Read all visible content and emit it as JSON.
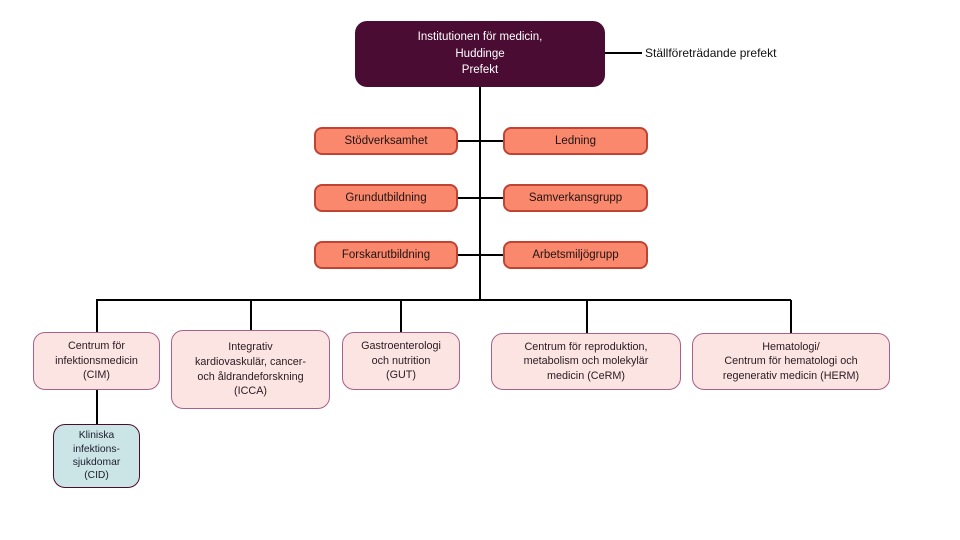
{
  "title": "Organisation chart - Institutionen för medicin, Huddinge",
  "colors": {
    "root_fill": "#4A0C33",
    "root_text": "#FFFFFF",
    "group_fill": "#F9886C",
    "group_border": "#C04334",
    "department_fill": "#FBE4E1",
    "department_border": "#A9618C",
    "sub_department_fill": "#CBE5E6",
    "sub_department_border": "#4A0C33",
    "connector_line": "#000000"
  },
  "root_box": {
    "line1": "Institutionen för medicin,",
    "line2": "Huddinge",
    "line3": "Prefekt"
  },
  "deputy_label": "Ställföreträdande prefekt",
  "left_column": [
    "Stödverksamhet",
    "Grundutbildning",
    "Forskarutbildning"
  ],
  "right_column": [
    "Ledning",
    "Samverkansgrupp",
    "Arbetsmiljögrupp"
  ],
  "departments": {
    "cim": {
      "line1": "Centrum för",
      "line2": "infektionsmedicin",
      "line3": "(CIM)"
    },
    "icca": {
      "line1": "Integrativ",
      "line2": "kardiovaskulär, cancer-",
      "line3": "och åldrandeforskning",
      "line4": "(ICCA)"
    },
    "gut": {
      "line1": "Gastroenterologi",
      "line2": "och nutrition",
      "line3": "(GUT)"
    },
    "cerm": {
      "line1": "Centrum för reproduktion,",
      "line2": "metabolism och molekylär",
      "line3": "medicin (CeRM)"
    },
    "herm": {
      "line1": "Hematologi/",
      "line2": "Centrum för hematologi och",
      "line3": "regenerativ medicin (HERM)"
    }
  },
  "sub_department": {
    "cid": {
      "line1": "Kliniska",
      "line2": "infektions-",
      "line3": "sjukdomar",
      "line4": "(CID)"
    }
  }
}
